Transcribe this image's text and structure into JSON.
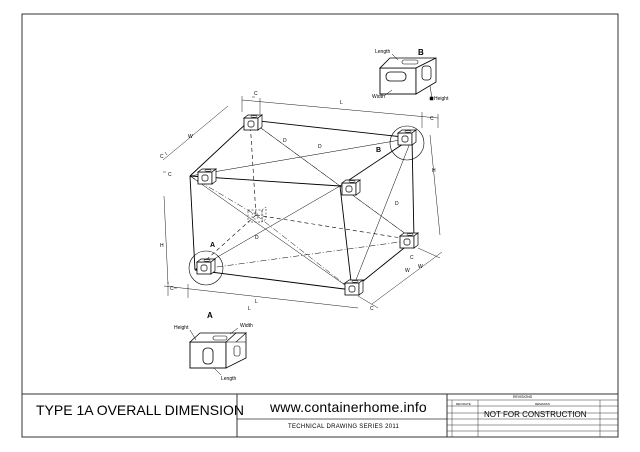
{
  "title_block": {
    "title": "TYPE 1A OVERALL DIMENSION",
    "website": "www.containerhome.info",
    "series": "TECHNICAL DRAWING SERIES 2011",
    "revisions_header": "REVISIONS",
    "revisions_col1": "REV/DATE",
    "revisions_col2": "REMARKS",
    "status": "NOT FOR CONSTRUCTION"
  },
  "detail_a": {
    "label": "A",
    "height": "Height",
    "width": "Width",
    "length": "Length"
  },
  "detail_b": {
    "label": "B",
    "length": "Length",
    "width": "Width",
    "height": "Height"
  },
  "callouts": {
    "a": "A",
    "b": "B"
  }
}
